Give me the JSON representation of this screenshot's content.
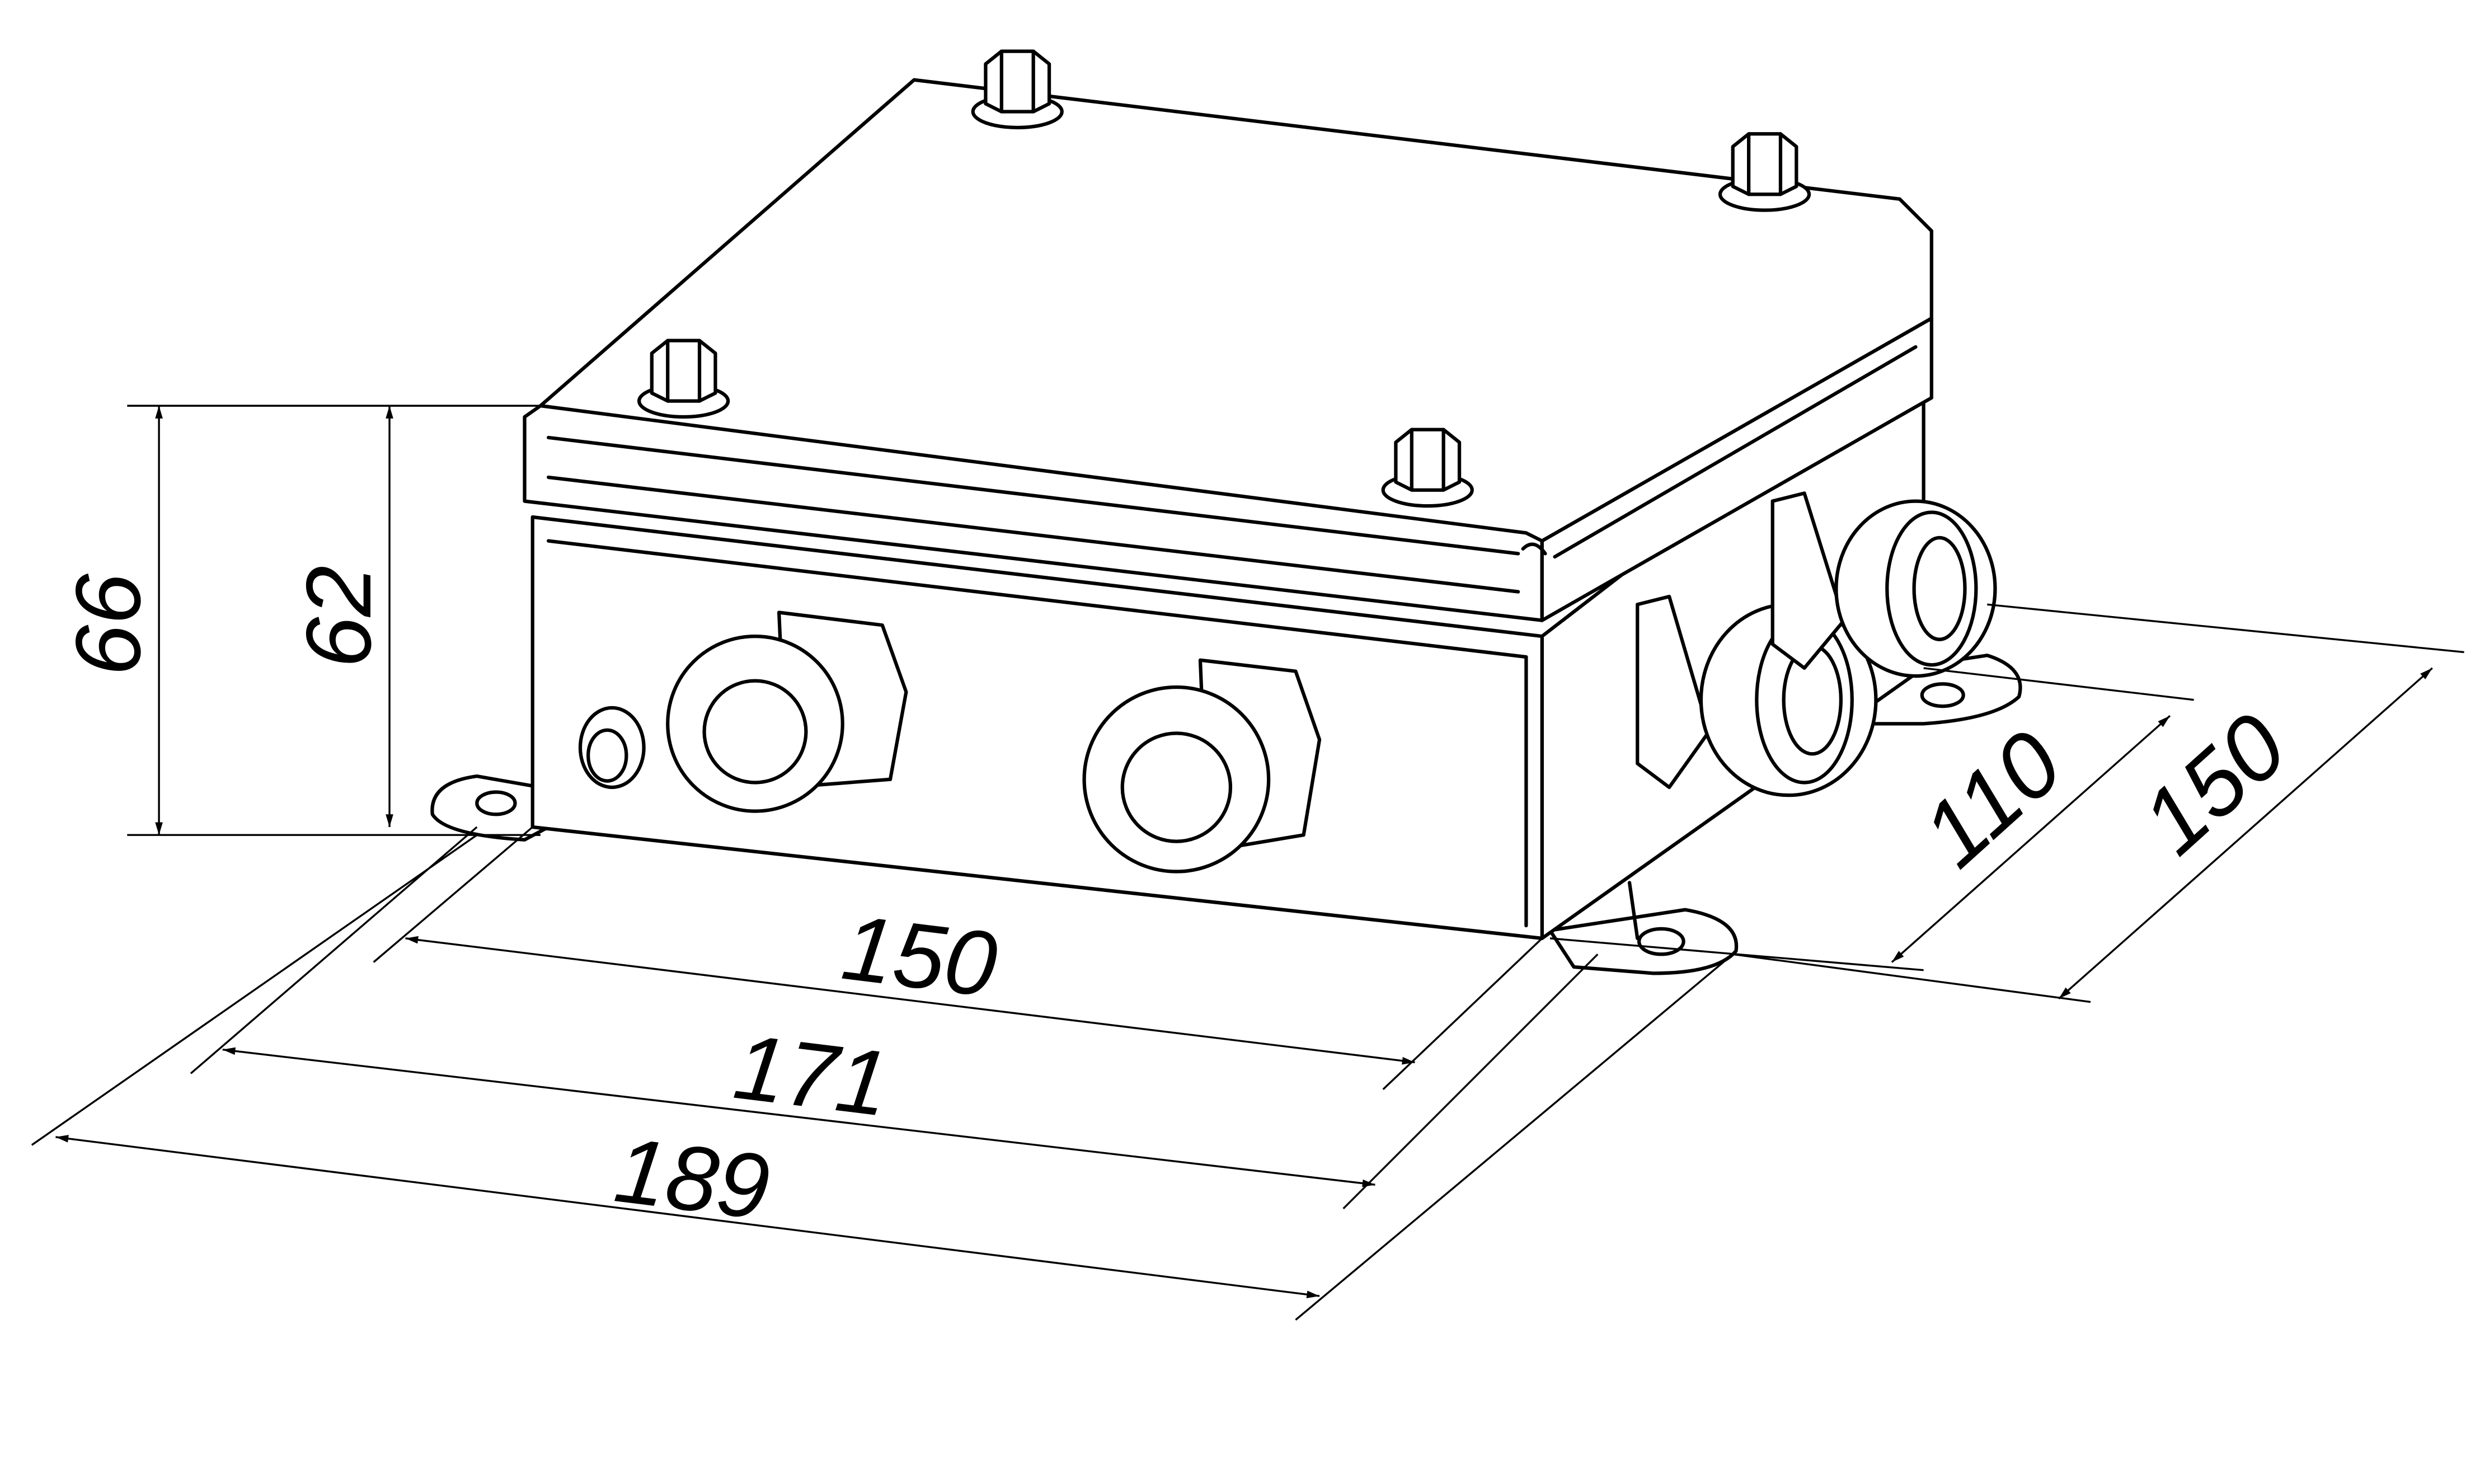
{
  "title": "Junction box with cable glands - dimensional drawing",
  "dimensions": {
    "height_total": "66",
    "height_body": "62",
    "width_body": "150",
    "width_flange": "171",
    "width_total": "189",
    "depth_body": "110",
    "depth_total": "150"
  }
}
